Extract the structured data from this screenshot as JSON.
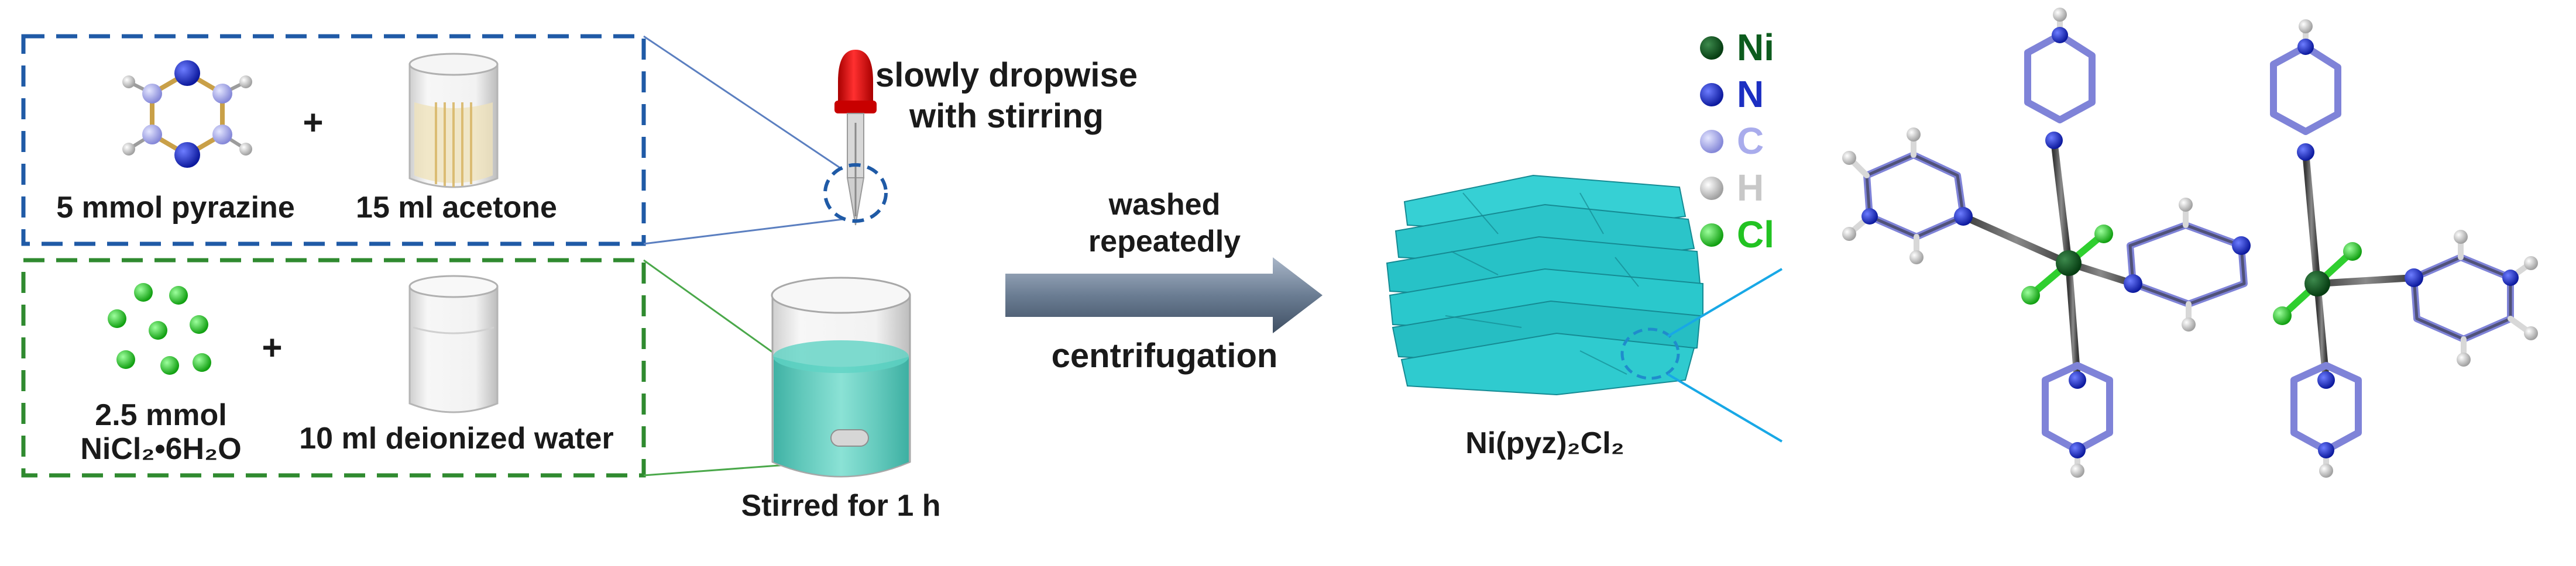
{
  "reactants": {
    "pyrazine_label": "5 mmol pyrazine",
    "acetone_label": "15 ml acetone",
    "nickel_amount": "2.5 mmol",
    "nickel_formula": "NiCl₂•6H₂O",
    "water_label": "10 ml deionized water",
    "plus_sign": "+"
  },
  "process": {
    "dropwise_line1": "slowly dropwise",
    "dropwise_line2": "with stirring",
    "stirred_label": "Stirred for 1 h",
    "washed_line1": "washed",
    "washed_line2": "repeatedly",
    "centrifugation": "centrifugation"
  },
  "product": {
    "formula": "Ni(pyz)₂Cl₂"
  },
  "legend": [
    {
      "symbol": "Ni",
      "color": "#0d5c1e"
    },
    {
      "symbol": "N",
      "color": "#1c2fc2"
    },
    {
      "symbol": "C",
      "color": "#a9acec"
    },
    {
      "symbol": "H",
      "color": "#c8c8c8"
    },
    {
      "symbol": "Cl",
      "color": "#22c322"
    }
  ],
  "colors": {
    "blue_box": "#1f5aa6",
    "green_box": "#2f8a2f",
    "solution": "#3cc0b2",
    "crystal": "#27c2c7",
    "arrow": "#6b7d93"
  }
}
